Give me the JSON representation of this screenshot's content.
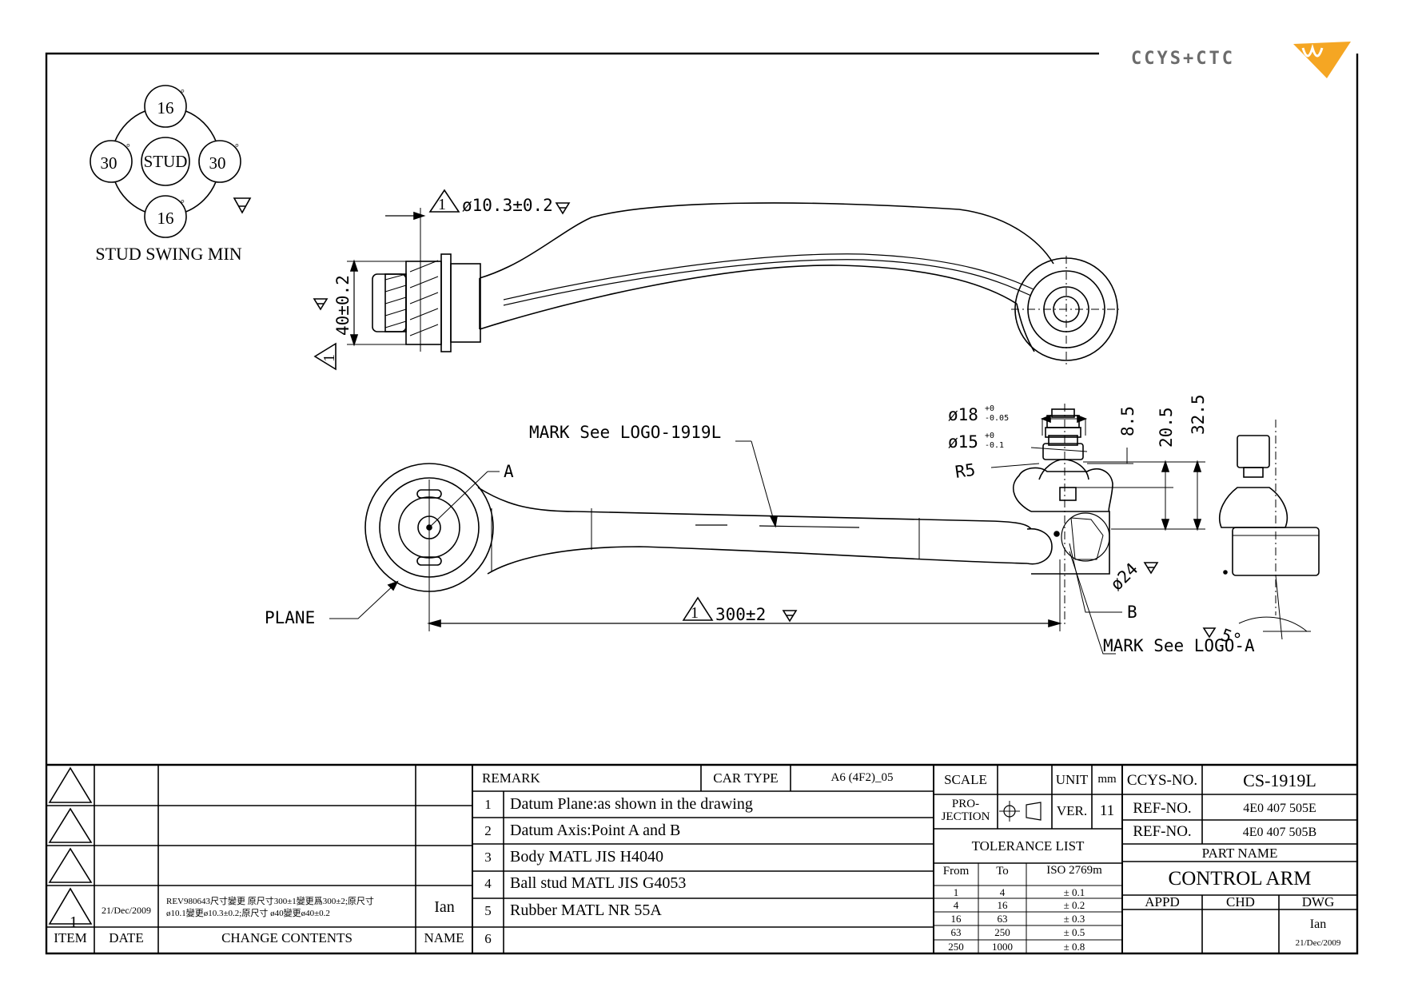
{
  "logo": {
    "text": "CCYS+CTC",
    "accent": "#f5a623",
    "ink": "#6b6b6b"
  },
  "stud_swing": {
    "center": "STUD",
    "top": "16",
    "bottom": "16",
    "left": "30",
    "right": "30",
    "degree": "°",
    "caption": "STUD SWING MIN"
  },
  "drawing": {
    "dim_diameter": "ø10.3±0.2",
    "dim_height": "40±0.2",
    "dim_length": "300±2",
    "mark_top": "MARK See LOGO-1919L",
    "mark_bottom": "MARK See LOGO-A",
    "label_a": "A",
    "label_b": "B",
    "label_plane": "PLANE",
    "d18": "ø18",
    "d18_tol_upper": "+0",
    "d18_tol_lower": "-0.05",
    "d15": "ø15",
    "d15_tol_upper": "+0",
    "d15_tol_lower": "-0.1",
    "r5": "R5",
    "d24": "ø24",
    "h85": "8.5",
    "h205": "20.5",
    "h325": "32.5",
    "angle5": "5°",
    "datum_num": "1"
  },
  "revision_table": {
    "rows": [
      {
        "item": "",
        "date": "",
        "content": "",
        "name": ""
      },
      {
        "item": "",
        "date": "",
        "content": "",
        "name": ""
      },
      {
        "item": "",
        "date": "",
        "content": "",
        "name": ""
      },
      {
        "item": "1",
        "date": "21/Dec/2009",
        "content_line1": "REV980643尺寸變更 原尺寸300±1變更爲300±2;原尺寸",
        "content_line2": "ø10.1變更ø10.3±0.2;原尺寸 ø40變更ø40±0.2",
        "name": "Ian"
      }
    ],
    "headers": {
      "item": "ITEM",
      "date": "DATE",
      "content": "CHANGE CONTENTS",
      "name": "NAME"
    }
  },
  "remarks": {
    "title": "REMARK",
    "car_type_label": "CAR TYPE",
    "car_type_value": "A6 (4F2)_05",
    "items": [
      {
        "num": "1",
        "text": "Datum Plane:as shown in the drawing"
      },
      {
        "num": "2",
        "text": "Datum Axis:Point A and B"
      },
      {
        "num": "3",
        "text": "Body MATL JIS H4040"
      },
      {
        "num": "4",
        "text": "Ball stud MATL JIS G4053"
      },
      {
        "num": "5",
        "text": "Rubber MATL NR 55A"
      },
      {
        "num": "6",
        "text": ""
      }
    ]
  },
  "info": {
    "scale_label": "SCALE",
    "scale_value": "",
    "unit_label": "UNIT",
    "unit_value": "mm",
    "projection_label_1": "PRO-",
    "projection_label_2": "JECTION",
    "ver_label": "VER.",
    "ver_value": "11",
    "tolerance_title": "TOLERANCE LIST",
    "tol_headers": {
      "from": "From",
      "to": "To",
      "std": "ISO 2769m"
    },
    "tolerances": [
      {
        "from": "1",
        "to": "4",
        "tol": "± 0.1"
      },
      {
        "from": "4",
        "to": "16",
        "tol": "± 0.2"
      },
      {
        "from": "16",
        "to": "63",
        "tol": "± 0.3"
      },
      {
        "from": "63",
        "to": "250",
        "tol": "± 0.5"
      },
      {
        "from": "250",
        "to": "1000",
        "tol": "± 0.8"
      }
    ],
    "ccys_label": "CCYS-NO.",
    "ccys_value": "CS-1919L",
    "ref_label": "REF-NO.",
    "ref1": "4E0 407 505E",
    "ref2": "4E0 407 505B",
    "part_name_label": "PART NAME",
    "part_name": "CONTROL ARM",
    "appd": "APPD",
    "chd": "CHD",
    "dwg": "DWG",
    "dwg_name": "Ian",
    "dwg_date": "21/Dec/2009"
  }
}
